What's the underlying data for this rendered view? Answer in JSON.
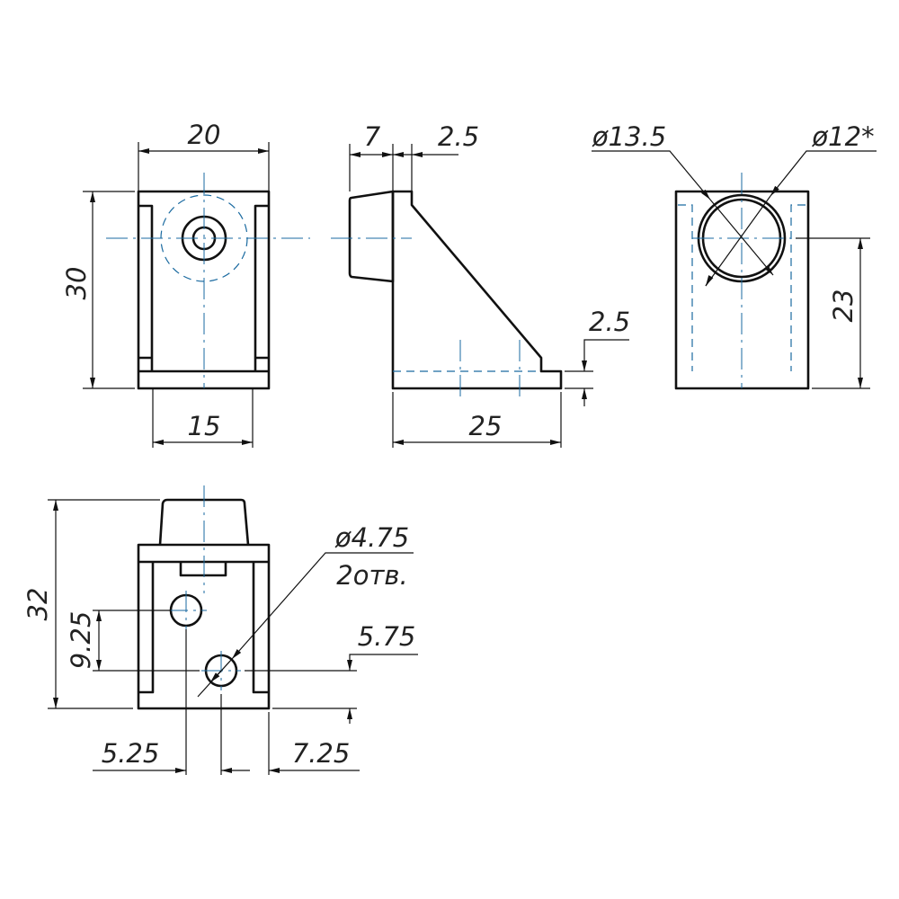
{
  "drawing": {
    "front_view": {
      "width": "20",
      "height": "30",
      "inner_width": "15"
    },
    "side_view": {
      "boss_depth": "7",
      "step": "2.5",
      "base_thickness": "2.5",
      "length": "25"
    },
    "top_view": {
      "outer_diameter": "ø13.5",
      "inner_diameter": "ø12*",
      "center_height": "23"
    },
    "bottom_view": {
      "height": "32",
      "hole_spacing": "9.25",
      "hole_diameter": "ø4.75",
      "hole_count": "2отв.",
      "offset_bottom": "5.75",
      "offset_left": "5.25",
      "offset_right": "7.25"
    },
    "colors": {
      "outline": "#111111",
      "centerline": "#1a6aa0"
    }
  }
}
